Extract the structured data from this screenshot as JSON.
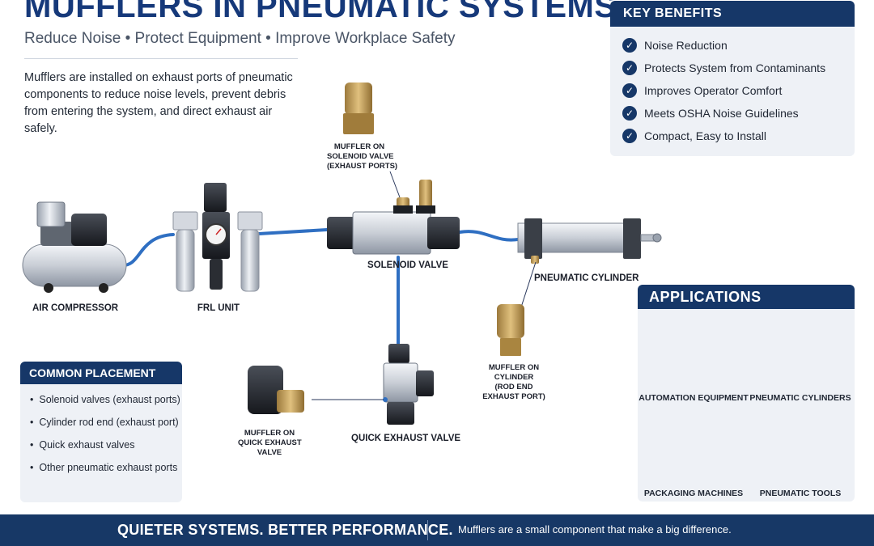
{
  "header": {
    "title": "MUFFLERS IN PNEUMATIC SYSTEMS",
    "subtitle": "Reduce Noise • Protect Equipment • Improve Workplace Safety",
    "intro": "Mufflers are installed on exhaust ports of pneumatic components to reduce noise levels, prevent debris from entering the system, and direct exhaust air safely."
  },
  "benefits": {
    "heading": "KEY BENEFITS",
    "items": [
      "Noise Reduction",
      "Protects System from Contaminants",
      "Improves Operator Comfort",
      "Meets OSHA Noise Guidelines",
      "Compact, Easy to Install"
    ]
  },
  "diagram": {
    "components": {
      "compressor": "AIR COMPRESSOR",
      "frl": "FRL UNIT",
      "solenoid": "SOLENOID VALVE",
      "cylinder": "PNEUMATIC CYLINDER",
      "quick_exhaust": "QUICK EXHAUST VALVE"
    },
    "callouts": {
      "solenoid": [
        "MUFFLER ON",
        "SOLENOID VALVE",
        "(EXHAUST PORTS)"
      ],
      "cylinder": [
        "MUFFLER ON",
        "CYLINDER",
        "(ROD END",
        "EXHAUST PORT)"
      ],
      "quick_exhaust": [
        "MUFFLER ON",
        "QUICK EXHAUST",
        "VALVE"
      ]
    },
    "colors": {
      "hose": "#2f6fc2",
      "brass": "#c9a45c",
      "navy": "#163768"
    }
  },
  "placement": {
    "heading": "COMMON PLACEMENT",
    "items": [
      "Solenoid valves (exhaust ports)",
      "Cylinder rod end (exhaust port)",
      "Quick exhaust valves",
      "Other pneumatic exhaust ports"
    ]
  },
  "applications": {
    "heading": "APPLICATIONS",
    "items": [
      "AUTOMATION EQUIPMENT",
      "PNEUMATIC CYLINDERS",
      "PACKAGING MACHINES",
      "PNEUMATIC TOOLS"
    ]
  },
  "footer": {
    "icon": "speaker-icon",
    "tagline": "QUIETER SYSTEMS. BETTER PERFORMANCE.",
    "note": "Mufflers are a small component that make a big difference."
  }
}
